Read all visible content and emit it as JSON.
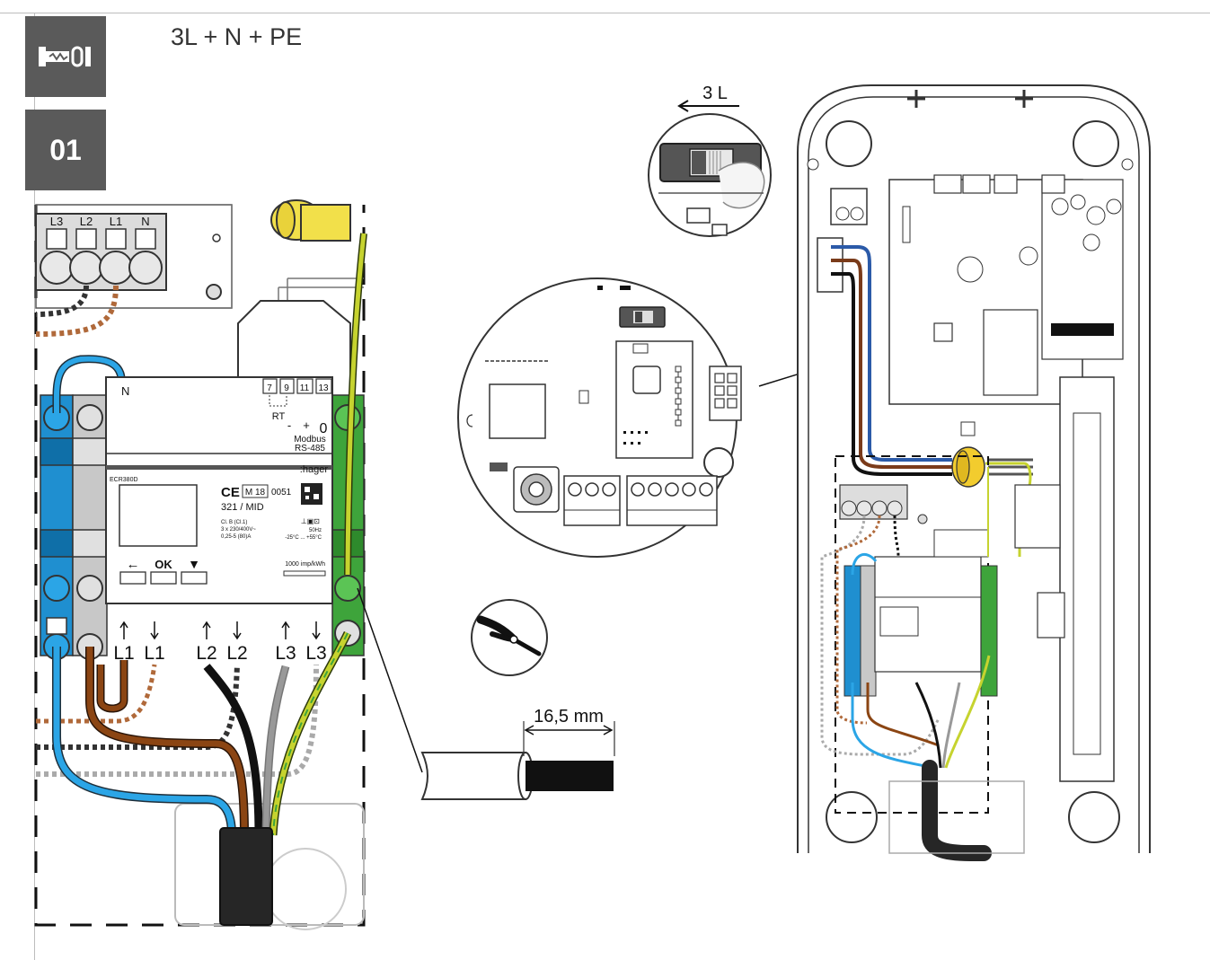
{
  "header": {
    "title": "3L + N + PE",
    "icon": "installer-tool-icon",
    "step_number": "01"
  },
  "diagram": {
    "terminal_labels": [
      "L3",
      "L2",
      "L1",
      "N"
    ],
    "neutral_label": "N",
    "meter": {
      "brand": ":hager",
      "model": "ECR380D",
      "mark_m": "M 18",
      "mark_num": "0051",
      "cert": "321 / MID",
      "spec1": "Cl. B (Cl.1)",
      "spec2": "3 x 230/400V~",
      "spec3": "0,25-5 (80)A",
      "freq": "50Hz",
      "temp": "-25°C ... +55°C",
      "impulses": "1000 imp/kWh",
      "btn_ok": "OK",
      "terminals": [
        "7",
        "9",
        "11",
        "13"
      ],
      "rt": "RT",
      "minus": "-",
      "plus": "+",
      "zero": "0",
      "bus1": "Modbus",
      "bus2": "RS-485"
    },
    "phase_labels": [
      "L1",
      "L1",
      "L2",
      "L2",
      "L3",
      "L3"
    ],
    "switch_label": "3 L",
    "strip_length": "16,5 mm"
  }
}
